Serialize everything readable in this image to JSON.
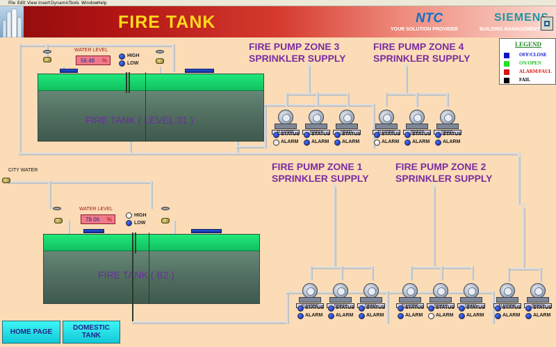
{
  "menubar": [
    "File",
    "Edit",
    "View",
    "Insert",
    "Dynamic",
    "Tools",
    "Window",
    "Help"
  ],
  "header": {
    "title": "FIRE TANK",
    "ntc_logo": "NTC",
    "ntc_tagline": "YOUR SOLUTION PROVIDER",
    "siemens_logo": "SIEMENS",
    "siemens_tagline": "BUILDING MANAGEMENT SY"
  },
  "legend": {
    "title": "LEGEND",
    "items": [
      {
        "label": "OFF/CLOSE",
        "color": "#0a14c8"
      },
      {
        "label": "ON/OPEN",
        "color": "#22e022"
      },
      {
        "label": "ALARM/FAUL",
        "color": "#d81414"
      },
      {
        "label": "FAIL",
        "color": "#000000"
      }
    ]
  },
  "tanks": [
    {
      "label": "FIRE TANK  ( LEVEL 31 )",
      "water_level_caption": "WATER LEVEL",
      "water_level": "56.49",
      "unit": "%",
      "high_label": "HIGH",
      "low_label": "LOW",
      "high_state": "blue",
      "low_state": "blue"
    },
    {
      "label": "FIRE TANK  ( B2 )",
      "water_level_caption": "WATER LEVEL",
      "water_level": "78.06",
      "unit": "%",
      "high_label": "HIGH",
      "low_label": "LOW",
      "high_state": "white",
      "low_state": "blue"
    }
  ],
  "city_water_label": "CITY WATER",
  "zones": [
    {
      "line1": "FIRE PUMP ZONE 3",
      "line2": "SPRINKLER SUPPLY"
    },
    {
      "line1": "FIRE PUMP ZONE 4",
      "line2": "SPRINKLER SUPPLY"
    },
    {
      "line1": "FIRE PUMP ZONE 1",
      "line2": "SPRINKLER SUPPLY"
    },
    {
      "line1": "FIRE PUMP ZONE 2",
      "line2": "SPRINKLER SUPPLY"
    }
  ],
  "pump_labels": {
    "electric": "ELECTRIC",
    "jockey": "JOCKEY",
    "diesel": "DIESEL"
  },
  "status_labels": {
    "status": "STATUS",
    "alarm": "ALARM"
  },
  "nav": {
    "home": "HOME PAGE",
    "domestic_line1": "DOMESTIC",
    "domestic_line2": "TANK"
  }
}
